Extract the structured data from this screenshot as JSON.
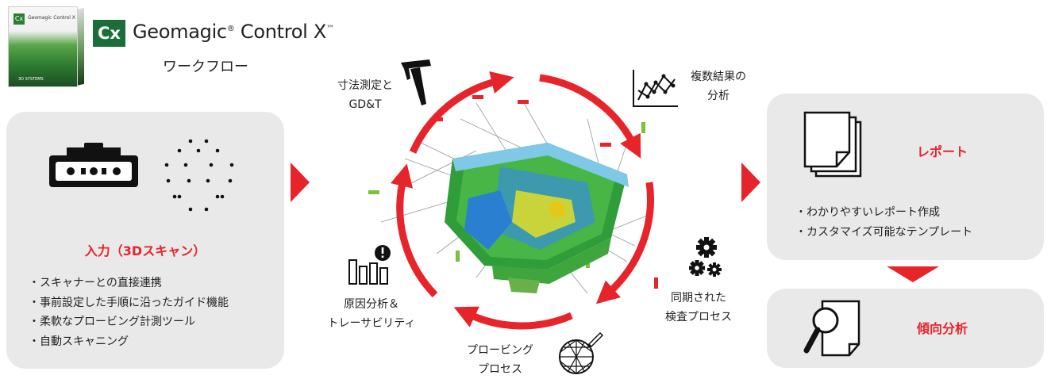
{
  "product_box": {
    "logo": "Cx",
    "title": "Geomagic Control X",
    "brand": "3D SYSTEMS"
  },
  "header": {
    "logo_text": "Cx",
    "title": "Geomagic",
    "title_reg": "®",
    "title_rest": " Control X",
    "title_tm": "™",
    "subtitle": "ワークフロー"
  },
  "input_panel": {
    "heading": "入力（3Dスキャン）",
    "bullets": [
      "スキャナーとの直接連携",
      "事前設定した手順に沿ったガイド機能",
      "柔軟なプロービング計測ツール",
      "自動スキャニング"
    ]
  },
  "cycle": {
    "dimension": [
      "寸法測定と",
      "GD&T"
    ],
    "multi": [
      "複数結果の",
      "分析"
    ],
    "sync": [
      "同期された",
      "検査プロセス"
    ],
    "probing": [
      "プロービング",
      "プロセス"
    ],
    "cause": [
      "原因分析＆",
      "トレーサビリティ"
    ]
  },
  "report_panel": {
    "heading": "レポート",
    "bullets": [
      "わかりやすいレポート作成",
      "カスタマイズ可能なテンプレート"
    ]
  },
  "trend_panel": {
    "heading": "傾向分析"
  },
  "colors": {
    "accent": "#e8242b",
    "panel": "#e9e9e9",
    "brand_green": "#1b6e3a"
  }
}
